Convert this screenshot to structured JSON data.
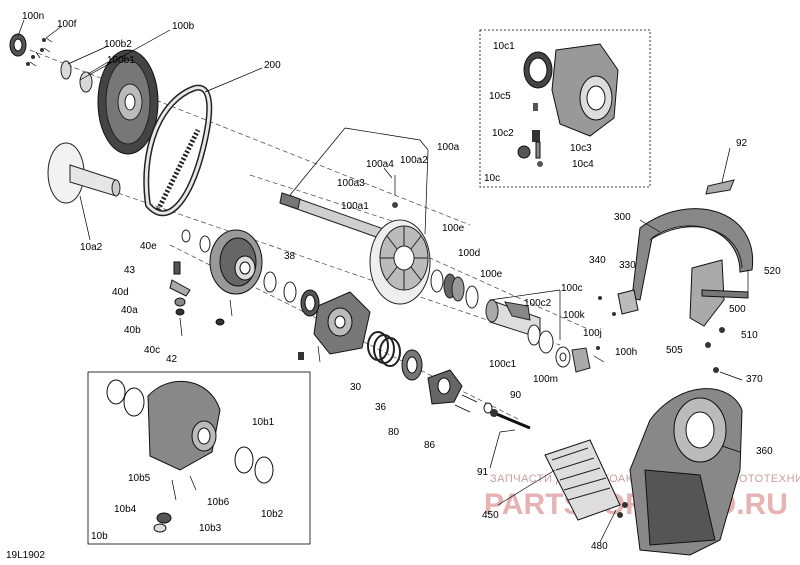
{
  "diagram_id": "19L1902",
  "watermark": {
    "line1": "ЗАПЧАСТИ ДЛЯ МОТОАКСЕССУАРЫ ДЛЯ МОТОТЕХНИКИ",
    "line2": "PARTSFORMOTO.RU"
  },
  "labels": {
    "l100n": "100n",
    "l100f": "100f",
    "l100b": "100b",
    "l100b2": "100b2",
    "l100b1": "100b1",
    "l200": "200",
    "l10a2": "10a2",
    "l10c1": "10c1",
    "l10c5": "10c5",
    "l10c2": "10c2",
    "l10c3": "10c3",
    "l10c4": "10c4",
    "l10c": "10c",
    "l92": "92",
    "l100a": "100a",
    "l100a2": "100a2",
    "l100a4": "100a4",
    "l100a3": "100a3",
    "l100a1": "100a1",
    "l100e_1": "100e",
    "l100d": "100d",
    "l100e_2": "100e",
    "l100c": "100c",
    "l100c2": "100c2",
    "l100k": "100k",
    "l100j": "100j",
    "l100h": "100h",
    "l100c1": "100c1",
    "l100m": "100m",
    "l40e": "40e",
    "l43": "43",
    "l40d": "40d",
    "l40a": "40a",
    "l40b": "40b",
    "l40c": "40c",
    "l42": "42",
    "l38": "38",
    "l30": "30",
    "l36": "36",
    "l80": "80",
    "l86": "86",
    "l90": "90",
    "l91": "91",
    "l300": "300",
    "l340": "340",
    "l330": "330",
    "l520": "520",
    "l500": "500",
    "l510": "510",
    "l505": "505",
    "l370": "370",
    "l360": "360",
    "l450": "450",
    "l480": "480",
    "l10b1": "10b1",
    "l10b5": "10b5",
    "l10b6": "10b6",
    "l10b4": "10b4",
    "l10b3": "10b3",
    "l10b2": "10b2",
    "l10b": "10b"
  }
}
